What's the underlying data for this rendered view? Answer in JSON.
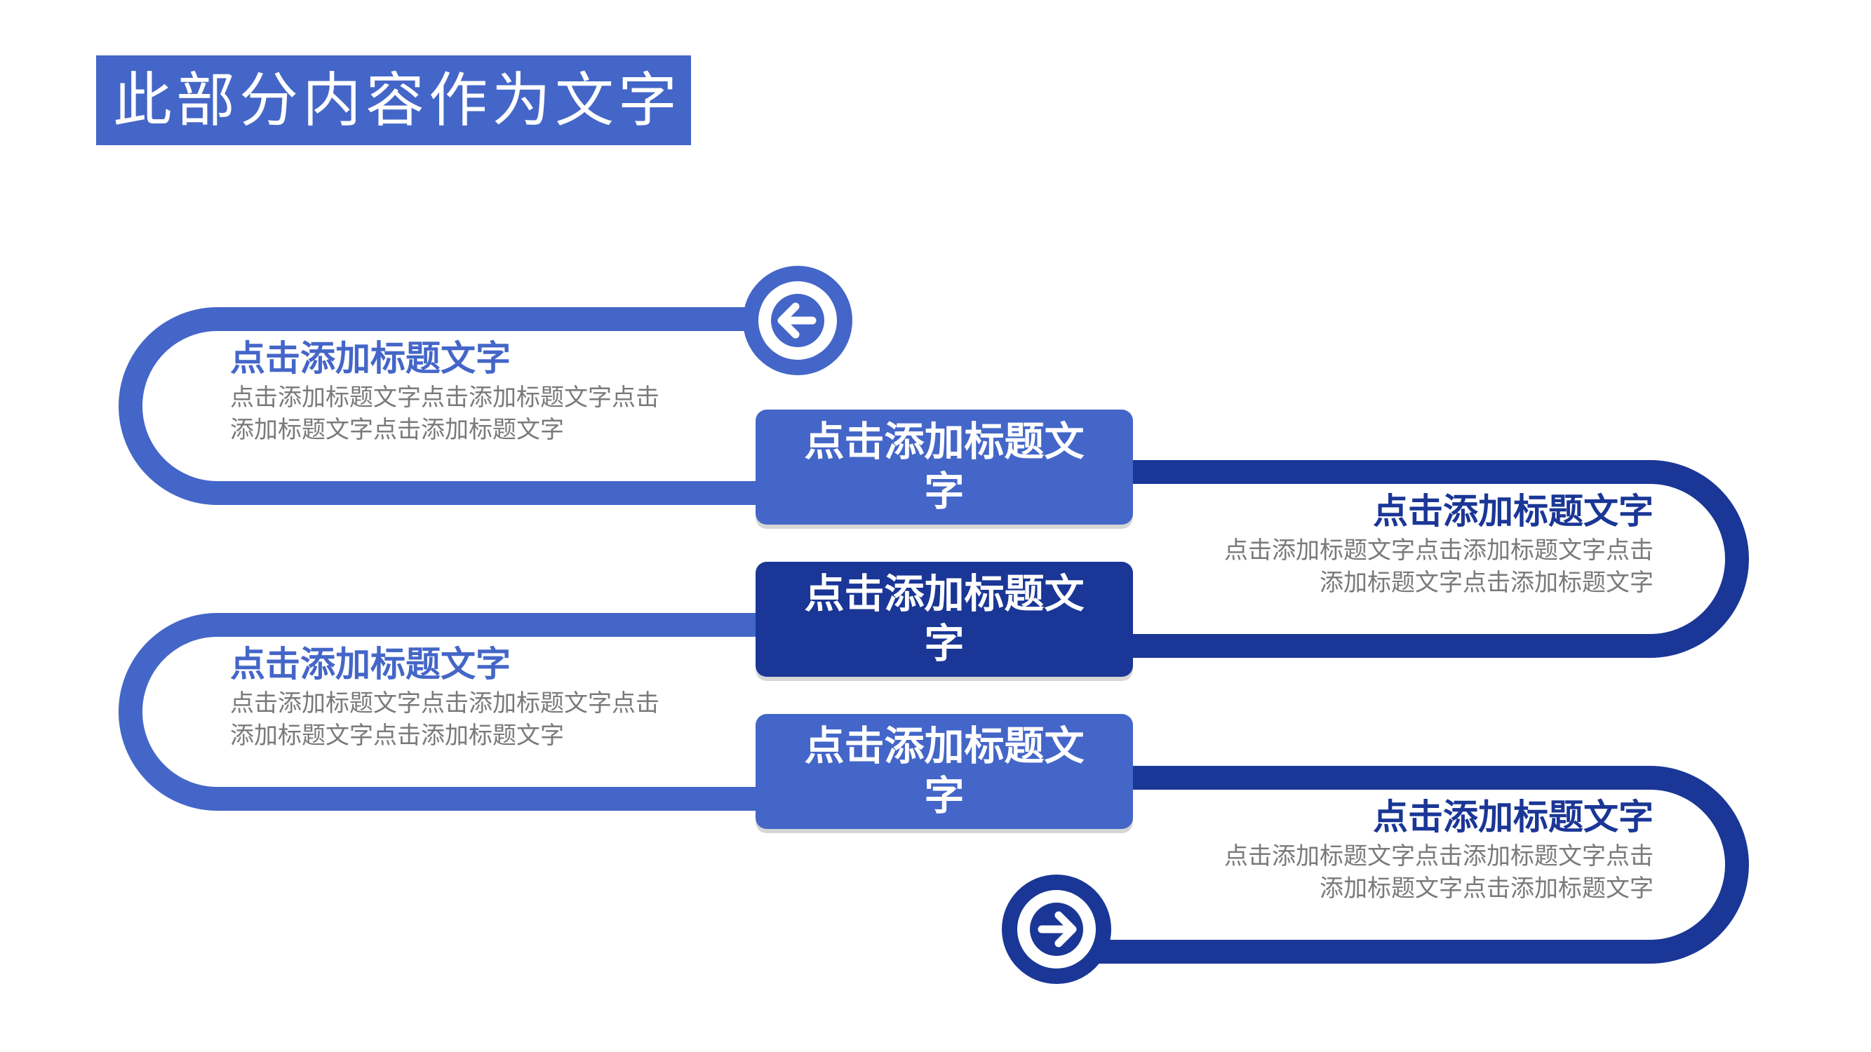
{
  "header": {
    "title": "此部分内容作为文字"
  },
  "colors": {
    "primary": "#4466c8",
    "dark": "#1a3696",
    "body_text": "#7a7a7a",
    "background": "#ffffff"
  },
  "icons": {
    "start": "arrow-left-circle-icon",
    "end": "arrow-right-circle-icon"
  },
  "segments": [
    {
      "title": "点击添加标题文字",
      "body": "点击添加标题文字点击添加标题文字点击添加标题文字点击添加标题文字"
    },
    {
      "title": "点击添加标题文字",
      "body": "点击添加标题文字点击添加标题文字点击添加标题文字点击添加标题文字"
    },
    {
      "title": "点击添加标题文字",
      "body": "点击添加标题文字点击添加标题文字点击添加标题文字点击添加标题文字"
    },
    {
      "title": "点击添加标题文字",
      "body": "点击添加标题文字点击添加标题文字点击添加标题文字点击添加标题文字"
    }
  ],
  "steps": [
    {
      "label": "点击添加标题文字"
    },
    {
      "label": "点击添加标题文字"
    },
    {
      "label": "点击添加标题文字"
    }
  ]
}
